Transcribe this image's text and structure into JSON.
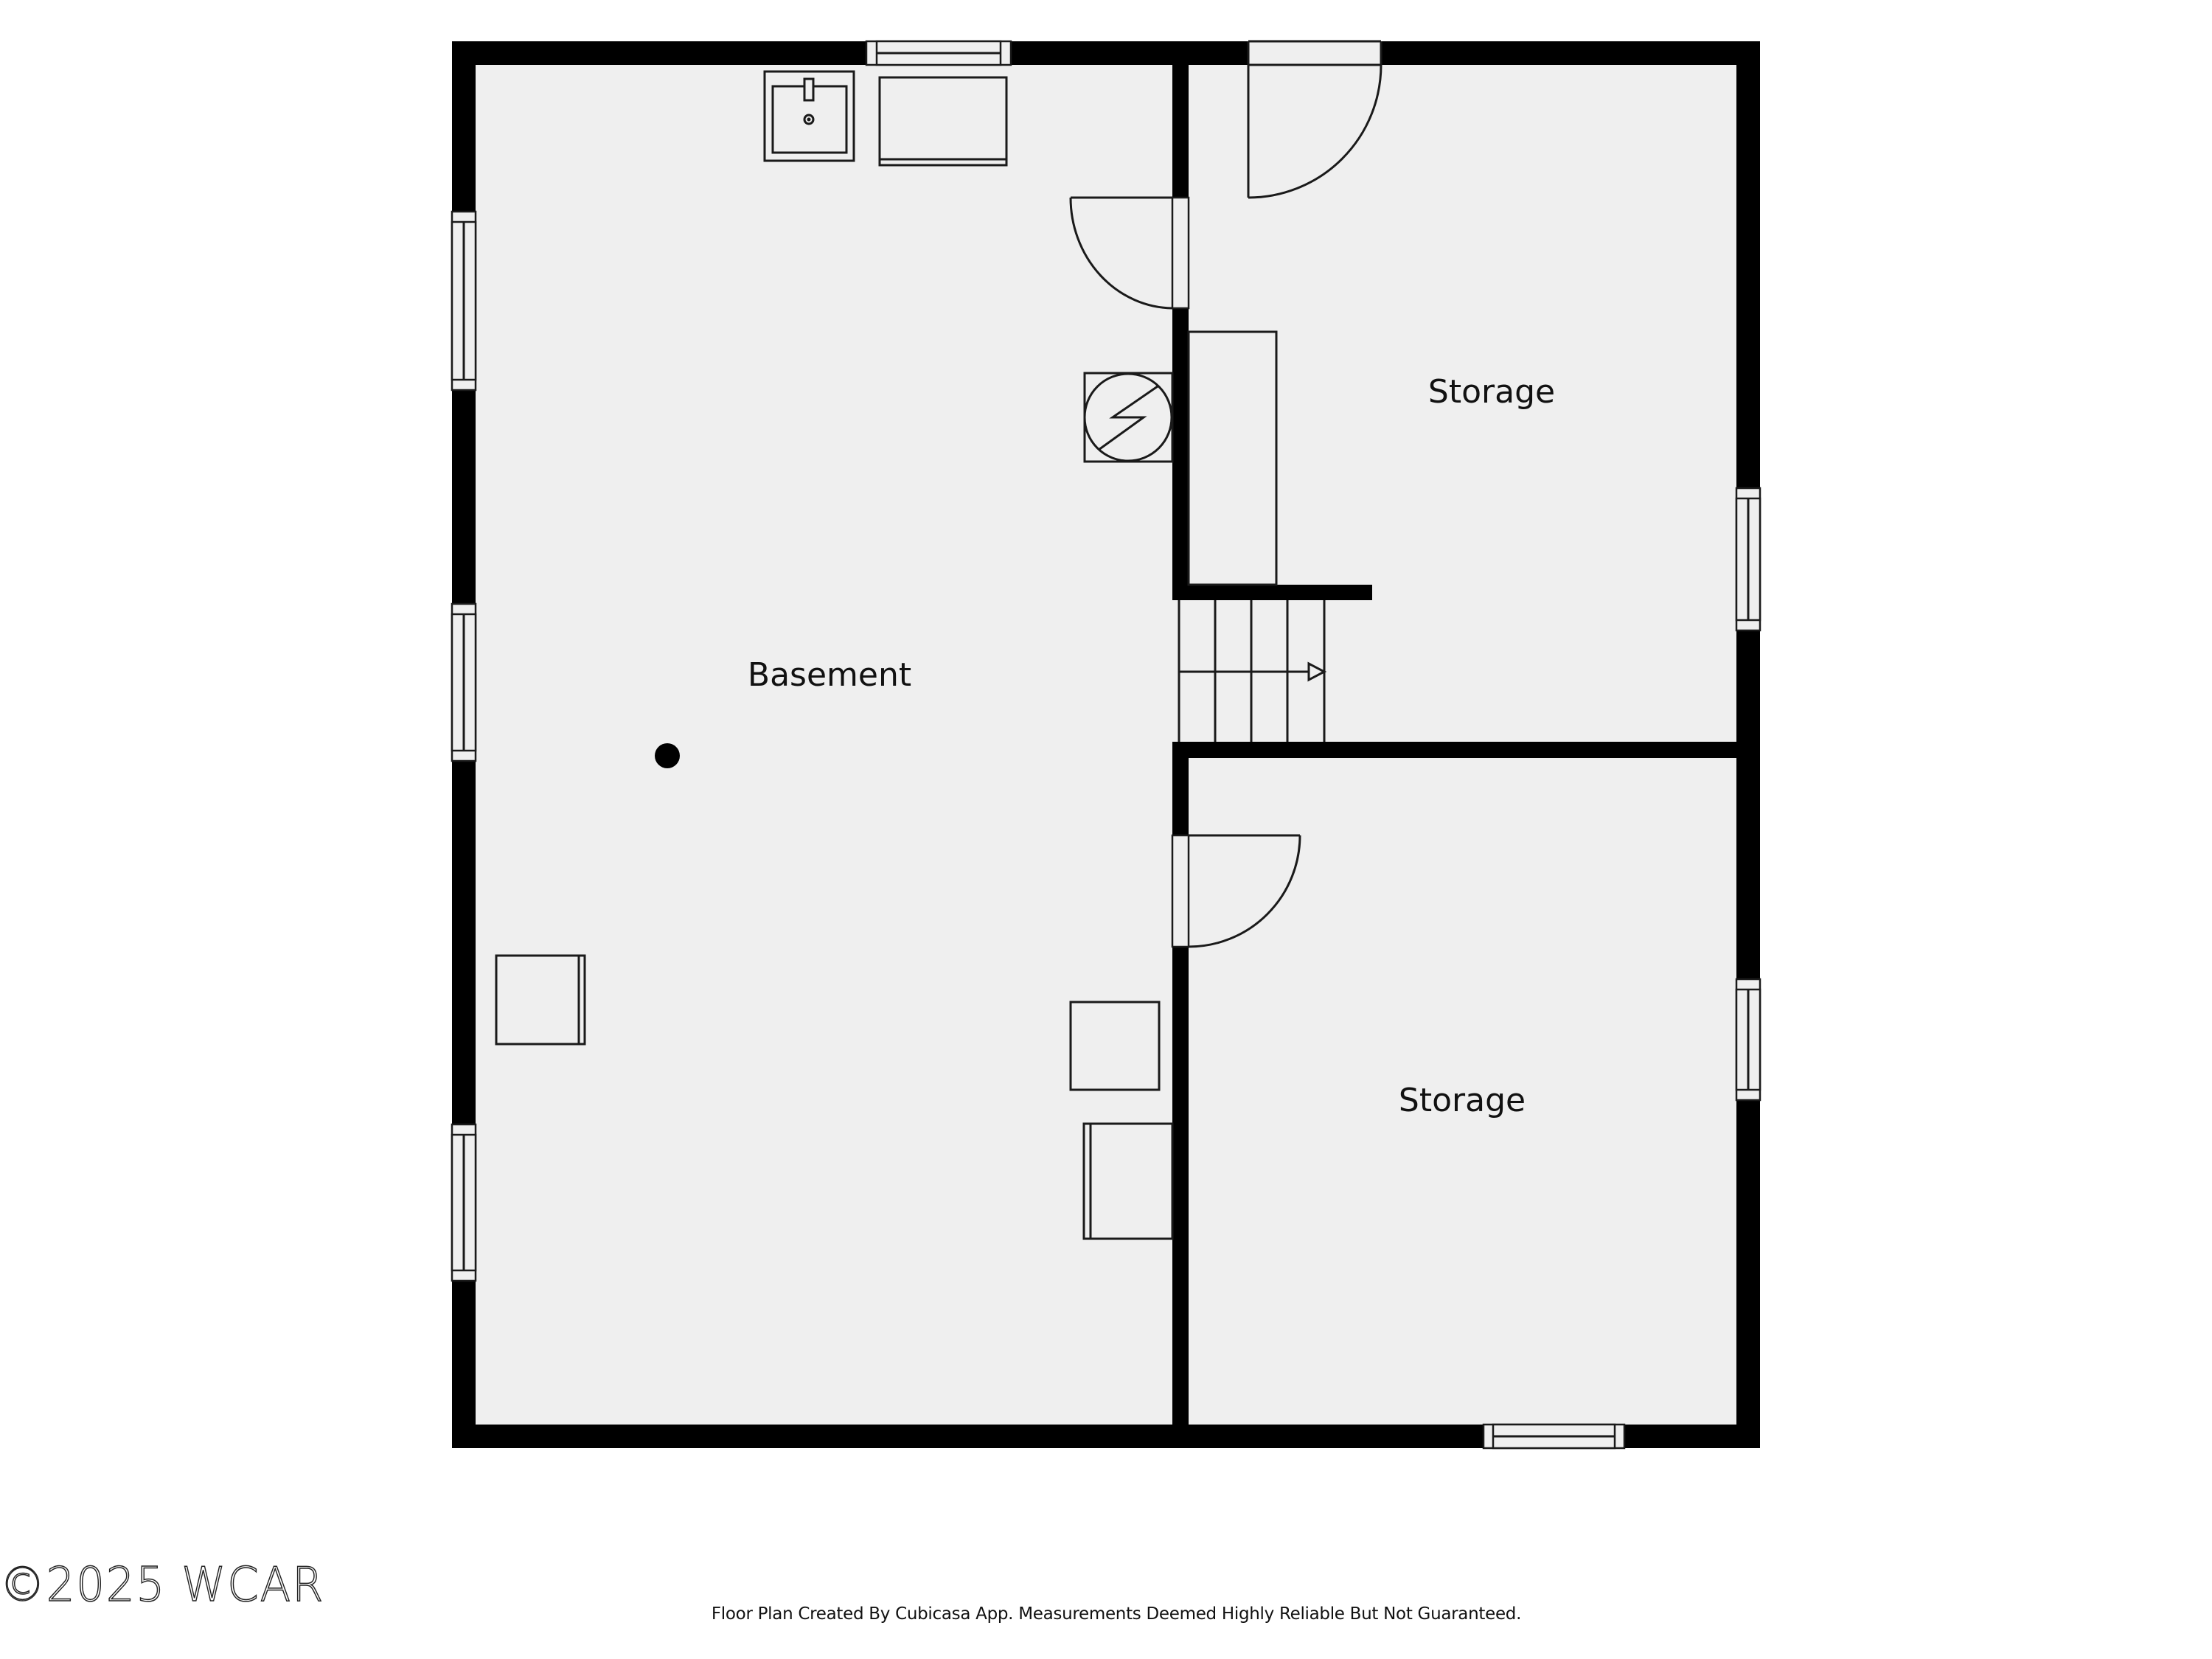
{
  "plan": {
    "colors": {
      "wall": "#000000",
      "floor": "#efefef",
      "line": "#1a1a1a",
      "background": "#ffffff"
    },
    "rooms": [
      {
        "label": "Basement"
      },
      {
        "label": "Storage"
      },
      {
        "label": "Storage"
      }
    ],
    "symbols": [
      "sink-icon",
      "washer-dryer-icon",
      "water-heater-icon",
      "stairs-icon",
      "column-icon",
      "door-icon",
      "window-icon"
    ]
  },
  "footer": {
    "watermark": "©2025 WCAR",
    "disclaimer": "Floor Plan Created By Cubicasa App. Measurements Deemed Highly Reliable But Not Guaranteed."
  }
}
